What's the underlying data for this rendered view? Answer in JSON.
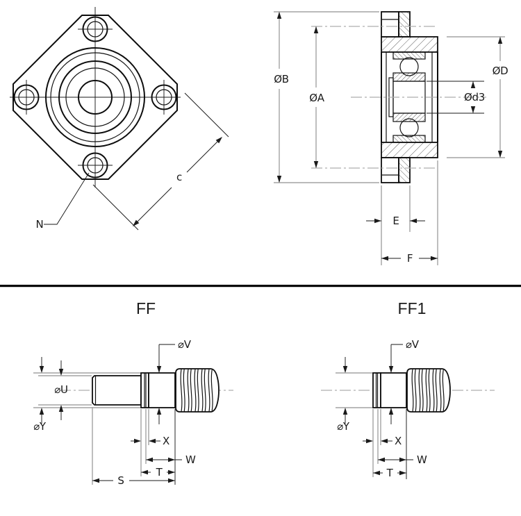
{
  "drawing": {
    "type": "technical-drawing",
    "colors": {
      "outline": "#0d0d0d",
      "dimension_line": "#1a1a1a",
      "extension_line": "#a3a3a3",
      "centerline": "#aeaeae",
      "divider": "#000000",
      "background": "#ffffff"
    },
    "front_view": {
      "dim_c_label": "c",
      "bolt_hole_label": "N"
    },
    "section_view": {
      "dia_b_label": "ØB",
      "dia_a_label": "ØA",
      "dia_d_label": "ØD",
      "dia_d3_label": "Ød3",
      "dim_e_label": "E",
      "dim_f_label": "F"
    },
    "ff_view": {
      "title": "FF",
      "dia_v_label": "⌀V",
      "dia_u_label": "⌀U",
      "dia_y_label": "⌀Y",
      "dim_x_label": "X",
      "dim_w_label": "W",
      "dim_t_label": "T",
      "dim_s_label": "S"
    },
    "ff1_view": {
      "title": "FF1",
      "dia_v_label": "⌀V",
      "dia_y_label": "⌀Y",
      "dim_x_label": "X",
      "dim_w_label": "W",
      "dim_t_label": "T"
    }
  }
}
